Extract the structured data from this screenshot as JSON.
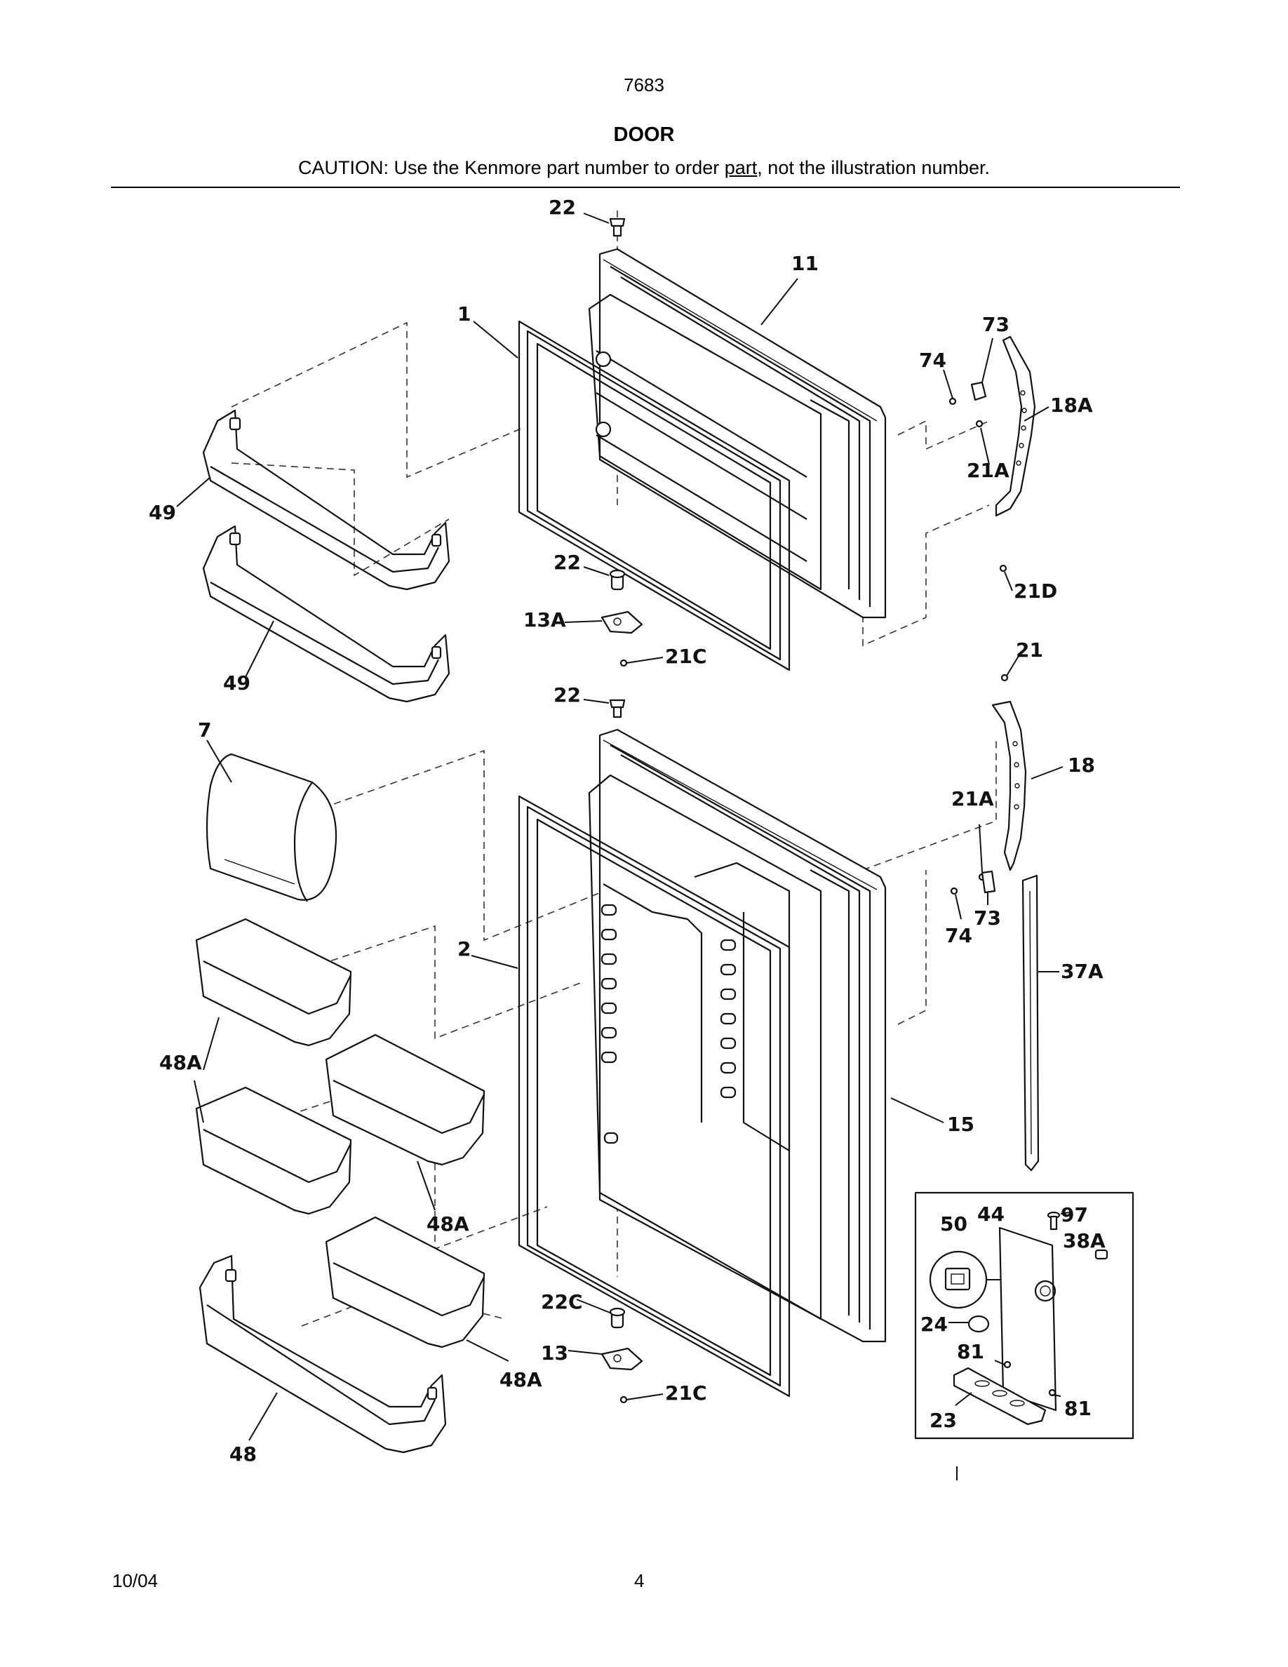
{
  "header": {
    "number": "7683",
    "title": "DOOR",
    "caution_pre": "CAUTION: Use the Kenmore part number to order ",
    "caution_underlined": "part",
    "caution_post": ", not the illustration number."
  },
  "footer": {
    "date": "10/04",
    "page": "4"
  },
  "callouts": {
    "c22_top": "22",
    "c11": "11",
    "c1": "1",
    "c73_top": "73",
    "c74_top": "74",
    "c18A": "18A",
    "c21A_top": "21A",
    "c49_top": "49",
    "c22_mid": "22",
    "c21D": "21D",
    "c13A": "13A",
    "c21C_top": "21C",
    "c21": "21",
    "c49_bot": "49",
    "c22_low": "22",
    "c7": "7",
    "c18": "18",
    "c21A_bot": "21A",
    "c73_bot": "73",
    "c74_bot": "74",
    "c2": "2",
    "c37A": "37A",
    "c48A_left": "48A",
    "c15": "15",
    "c48A_mid": "48A",
    "c50": "50",
    "c44": "44",
    "c97": "97",
    "c38A": "38A",
    "c22C": "22C",
    "c24": "24",
    "c13": "13",
    "c81_left": "81",
    "c48A_low": "48A",
    "c21C_bot": "21C",
    "c81_right": "81",
    "c23": "23",
    "c48": "48"
  }
}
